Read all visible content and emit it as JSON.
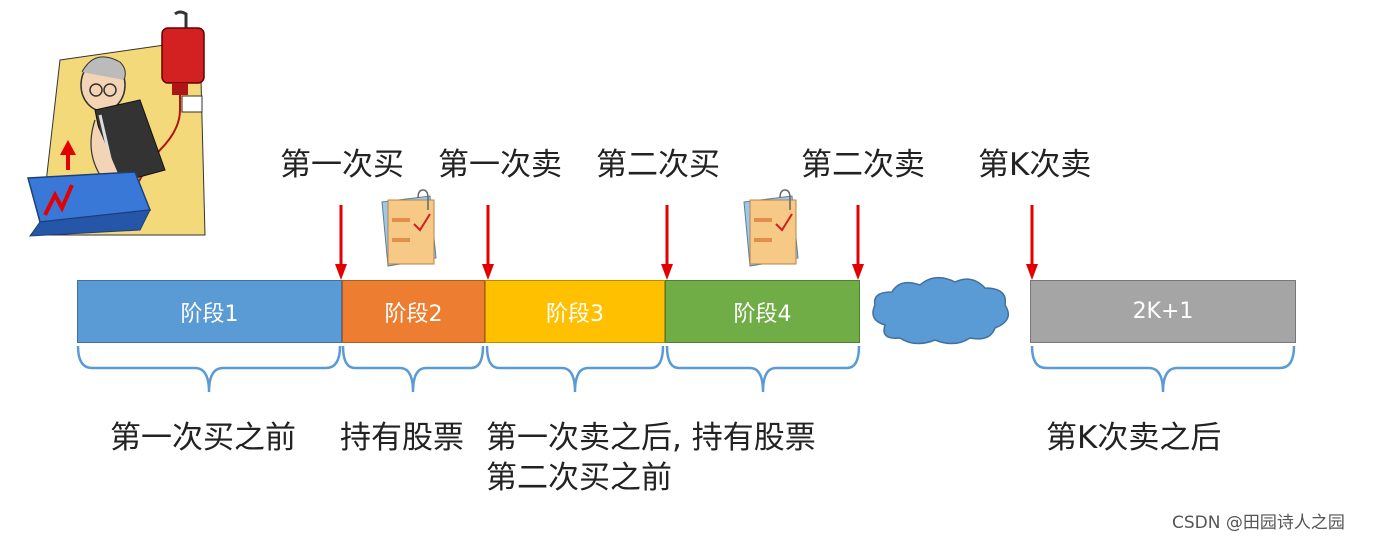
{
  "top_labels": {
    "buy1": "第一次买",
    "sell1": "第一次卖",
    "buy2": "第二次买",
    "sell2": "第二次卖",
    "sellk": "第K次卖"
  },
  "segments": {
    "s1": "阶段1",
    "s2": "阶段2",
    "s3": "阶段3",
    "s4": "阶段4",
    "sk": "2K+1"
  },
  "bottom_labels": {
    "before_buy1": "第一次买之前",
    "hold1": "持有股票",
    "after_sell1_line1": "第一次卖之后, 持有股票",
    "after_sell1_line2": "第二次买之前",
    "after_sellk": "第K次卖之后"
  },
  "watermark": "CSDN @田园诗人之园",
  "colors": {
    "stage1": "#5b9bd5",
    "stage2": "#ed7d31",
    "stage3": "#ffc000",
    "stage4": "#70ad47",
    "stagek": "#a5a5a5",
    "arrow": "#e30000",
    "brace": "#5b9bd5",
    "cloud": "#5b9bd5"
  },
  "icons": [
    "trader-illustration",
    "note-icon",
    "note-icon",
    "cloud-shape",
    "down-arrow-icon"
  ]
}
